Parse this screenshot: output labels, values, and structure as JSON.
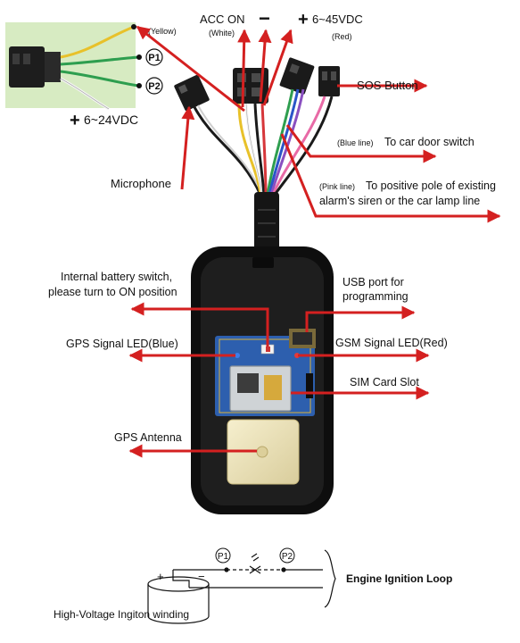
{
  "relay_labels": {
    "yellow": "(Yellow)",
    "p1": "P1",
    "p2": "P2",
    "plus": "+",
    "voltage": "6~24VDC"
  },
  "wire_labels": {
    "acc_on": "ACC ON",
    "white": "(White)",
    "minus": "−",
    "plus": "+",
    "power": "6~45VDC",
    "red": "(Red)",
    "sos": "SOS Button",
    "blue_prefix": "(Blue line)",
    "blue_text": "To car door switch",
    "microphone": "Microphone",
    "pink_prefix": "(Pink line)",
    "pink_text_1": "To positive pole of existing",
    "pink_text_2": "alarm's siren or the car lamp line"
  },
  "device_labels": {
    "battery_1": "Internal battery switch,",
    "battery_2": "please turn to ON position",
    "usb_1": "USB port for",
    "usb_2": "programming",
    "gps_led": "GPS Signal LED(Blue)",
    "gsm_led": "GSM Signal LED(Red)",
    "sim": "SIM Card Slot",
    "gps_antenna": "GPS Antenna"
  },
  "circuit_labels": {
    "p1": "P1",
    "p2": "P2",
    "plus": "+",
    "minus": "−",
    "loop": "Engine Ignition Loop",
    "winding": "High-Voltage Ingiton winding"
  },
  "colors": {
    "arrow": "#d42020",
    "device_body": "#161616",
    "pcb": "#2d5fae",
    "antenna": "#eee3b8",
    "relay_panel": "#d7ebc2",
    "wire_yellow": "#e8c12a",
    "wire_white": "#f4f4f4",
    "wire_red": "#d6363a",
    "wire_green": "#2e9e4f",
    "wire_blue": "#2a55c8",
    "wire_pink": "#e86aa6",
    "wire_black": "#1a1a1a"
  }
}
